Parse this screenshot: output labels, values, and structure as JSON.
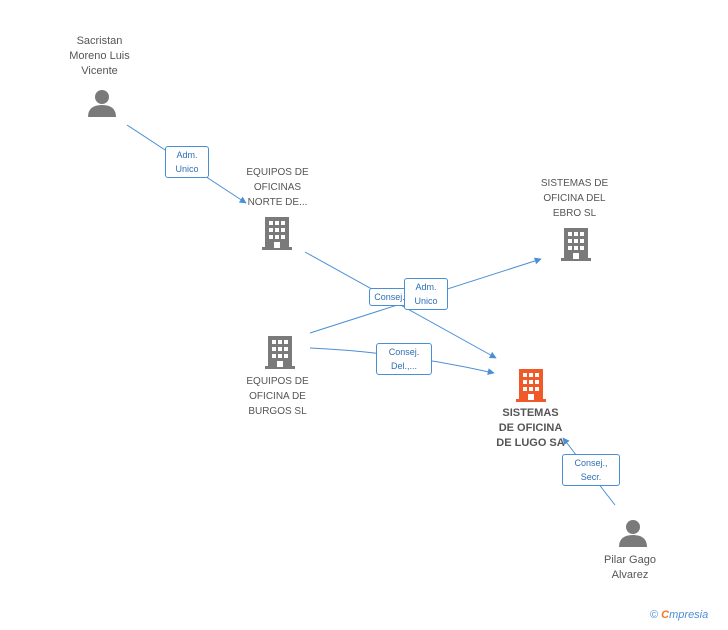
{
  "nodes": {
    "sacristan": {
      "name_line1": "Sacristan",
      "name_line2": "Moreno Luis",
      "name_line3": "Vicente"
    },
    "equipos_norte": {
      "name_line1": "EQUIPOS DE",
      "name_line2": "OFICINAS",
      "name_line3": "NORTE DE..."
    },
    "sistemas_ebro": {
      "name_line1": "SISTEMAS DE",
      "name_line2": "OFICINA DEL",
      "name_line3": "EBRO SL"
    },
    "equipos_burgos": {
      "name_line1": "EQUIPOS DE",
      "name_line2": "OFICINA DE",
      "name_line3": "BURGOS SL"
    },
    "sistemas_lugo": {
      "name_line1": "SISTEMAS",
      "name_line2": "DE OFICINA",
      "name_line3": "DE LUGO SA"
    },
    "pilar": {
      "name_line1": "Pilar Gago",
      "name_line2": "Alvarez"
    }
  },
  "edges": {
    "sacristan_norte": {
      "line1": "Adm.",
      "line2": "Unico"
    },
    "norte_lugo": {
      "line1": "Consej..."
    },
    "burgos_ebro": {
      "line1": "Adm.",
      "line2": "Unico"
    },
    "burgos_lugo": {
      "line1": "Consej.",
      "line2": "Del.,..."
    },
    "pilar_lugo": {
      "line1": "Consej.,",
      "line2": "Secr."
    }
  },
  "footer": {
    "copyright": "©",
    "brand_first": "C",
    "brand_rest": "mpresia"
  },
  "colors": {
    "person": "#7a7a7a",
    "company": "#7a7a7a",
    "main_company": "#f05a28",
    "edge": "#4a8fd6"
  }
}
